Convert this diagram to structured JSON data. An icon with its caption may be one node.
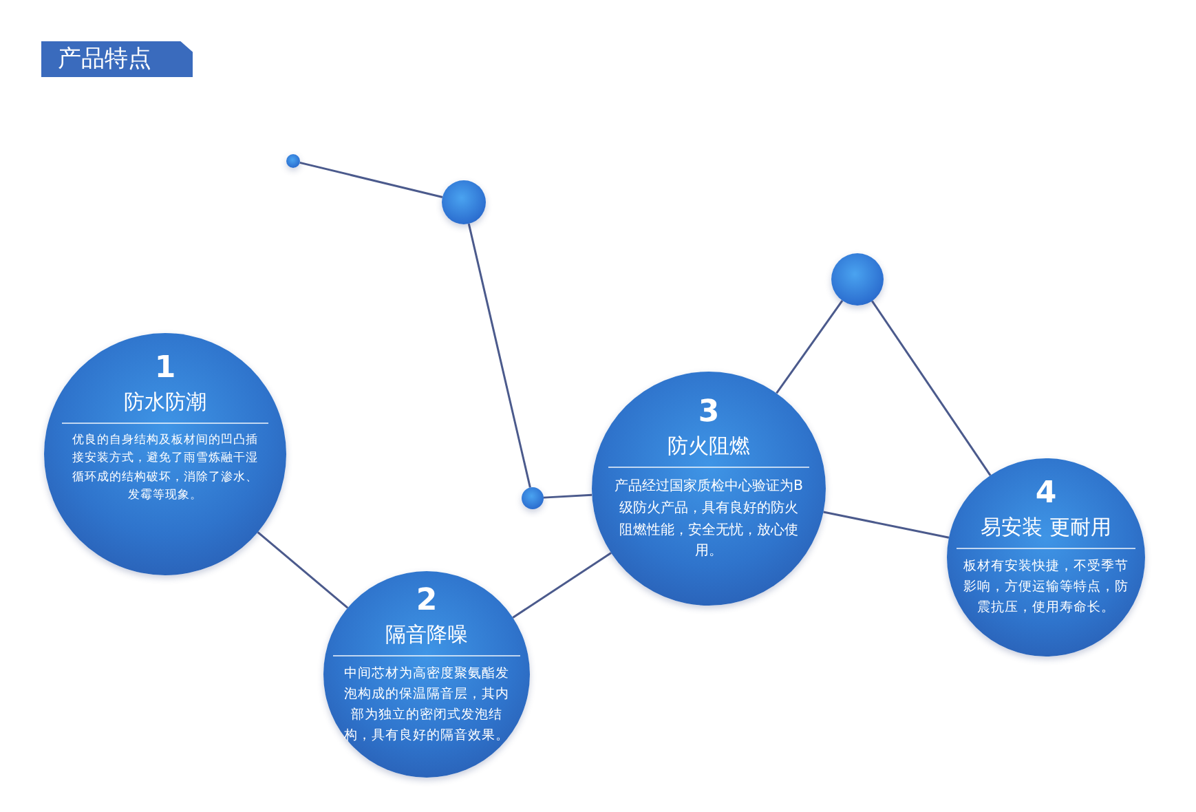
{
  "diagram": {
    "title": "产品特点",
    "nodes": [
      {
        "text": [],
        "shape": "circle"
      },
      {
        "text": [],
        "shape": "circle"
      },
      {
        "text": [],
        "shape": "circle"
      },
      {
        "text": [],
        "shape": "circle"
      },
      {
        "text": [
          "1",
          "防水防潮",
          "优良的自身结构及板材间的凹凸插接安装方式，避免了雨雪炼融干湿循环成的结构破坏，消除了渗水、发霉等现象。"
        ]
      },
      {
        "text": [
          "2",
          "隔音降噪",
          "中间芯材为高密度聚氨酯发泡构成的保温隔音层，其内部为独立的密闭式发泡结构，具有良好的隔音效果。"
        ]
      },
      {
        "text": [
          "3",
          "防火阻燃",
          "产品经过国家质检中心验证为B级防火产品，具有良好的防火阻燃性能，安全无忧，放心使用。"
        ]
      },
      {
        "text": [
          "4",
          "易安装 更耐用",
          "板材有安装快捷，不受季节影响，方便运输等特点，防震抗压，使用寿命长。"
        ]
      }
    ],
    "edges": [
      {
        "from": 0,
        "to": 1,
        "arrow": "none"
      },
      {
        "from": 1,
        "to": 2,
        "arrow": "none"
      },
      {
        "from": 2,
        "to": 6,
        "arrow": "none"
      },
      {
        "from": 6,
        "to": 3,
        "arrow": "none"
      },
      {
        "from": 3,
        "to": 7,
        "arrow": "none"
      },
      {
        "from": 4,
        "to": 5,
        "arrow": "none"
      },
      {
        "from": 5,
        "to": 6,
        "arrow": "none"
      },
      {
        "from": 6,
        "to": 7,
        "arrow": "none"
      }
    ]
  }
}
